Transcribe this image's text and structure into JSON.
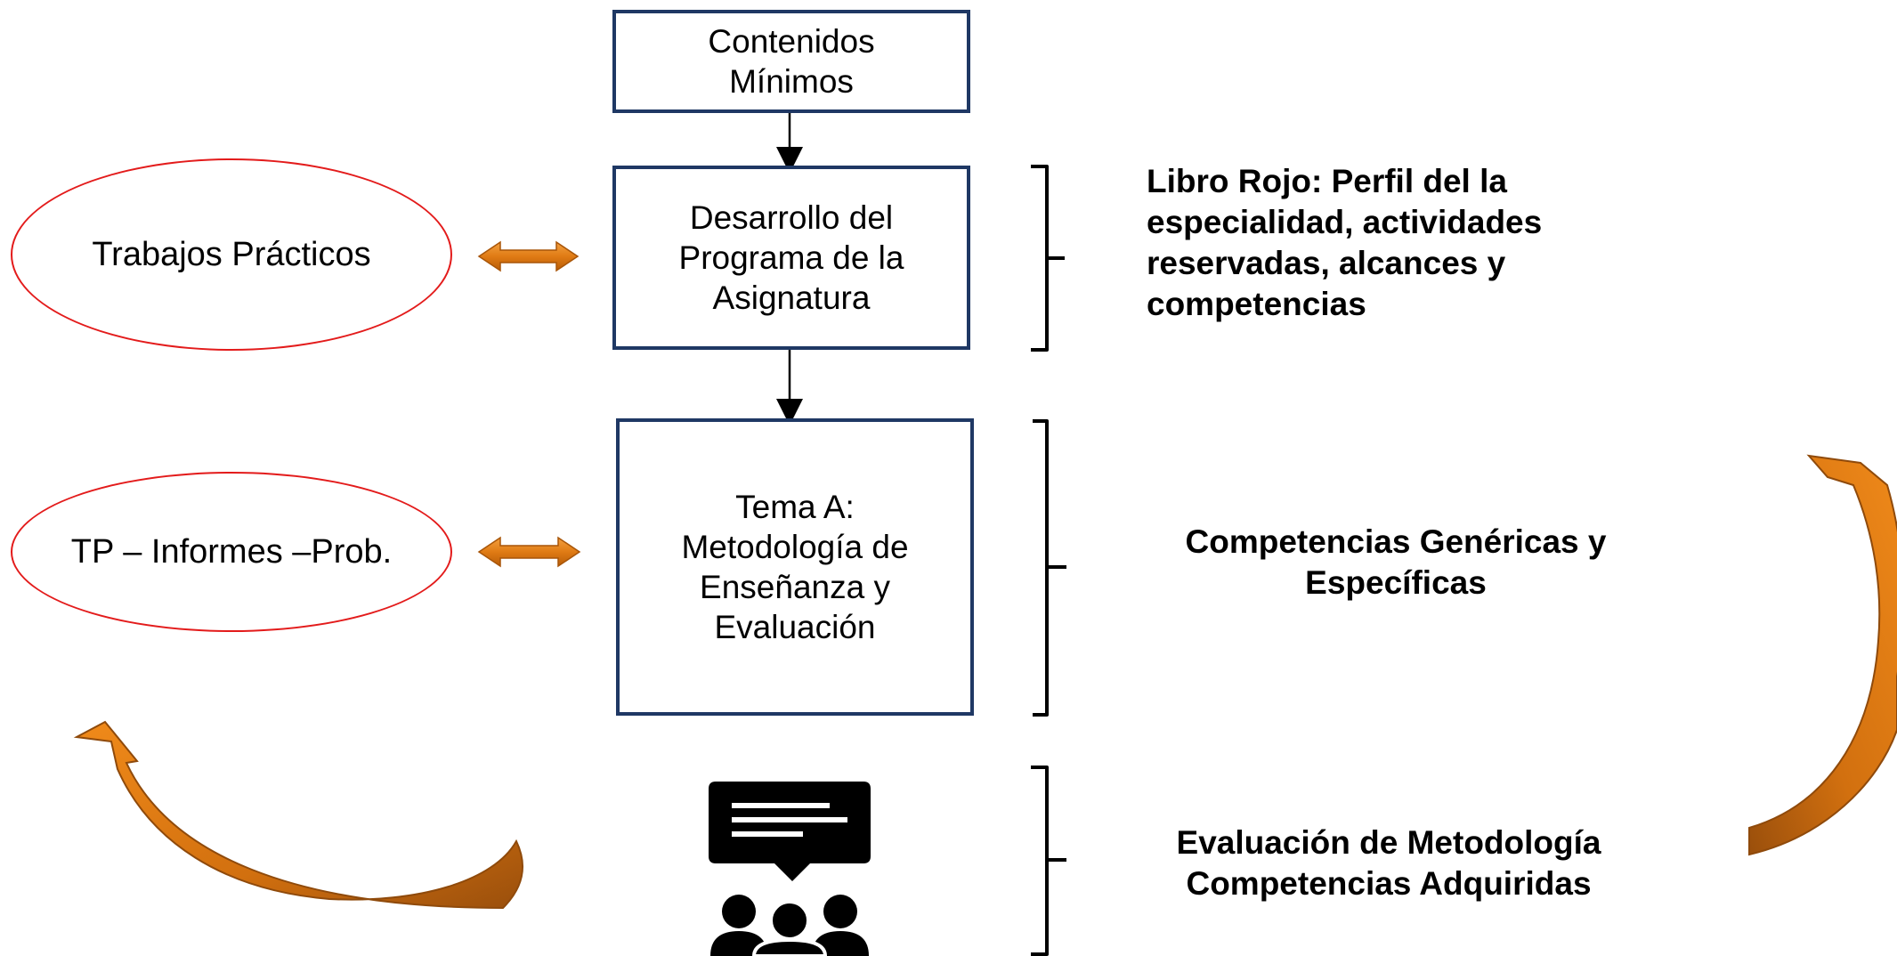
{
  "boxes": {
    "contenidos": {
      "line1": "Contenidos",
      "line2": "Mínimos"
    },
    "desarrollo": {
      "line1": "Desarrollo del",
      "line2": "Programa de la",
      "line3": "Asignatura"
    },
    "tema": {
      "line1": "Tema A:",
      "line2": "Metodología de",
      "line3": "Enseñanza y",
      "line4": "Evaluación"
    }
  },
  "ellipses": {
    "trabajos": "Trabajos Prácticos",
    "tp": "TP – Informes –Prob."
  },
  "notes": {
    "libro": {
      "line1": "Libro Rojo: Perfil del la",
      "line2": "especialidad, actividades",
      "line3": "reservadas, alcances y",
      "line4": "competencias"
    },
    "competencias": {
      "line1": "Competencias Genéricas y",
      "line2": "Específicas"
    },
    "evaluacion": {
      "line1": "Evaluación de Metodología",
      "line2": "Competencias Adquiridas"
    }
  },
  "icons": [
    "feedback-group-icon",
    "double-arrow-icon",
    "curved-arrow-icon",
    "brace-icon"
  ],
  "colors": {
    "box_border": "#1f3864",
    "ellipse_border": "#e31b1b",
    "arrow_orange": "#e07b14",
    "arrow_dark": "#a0500a"
  }
}
